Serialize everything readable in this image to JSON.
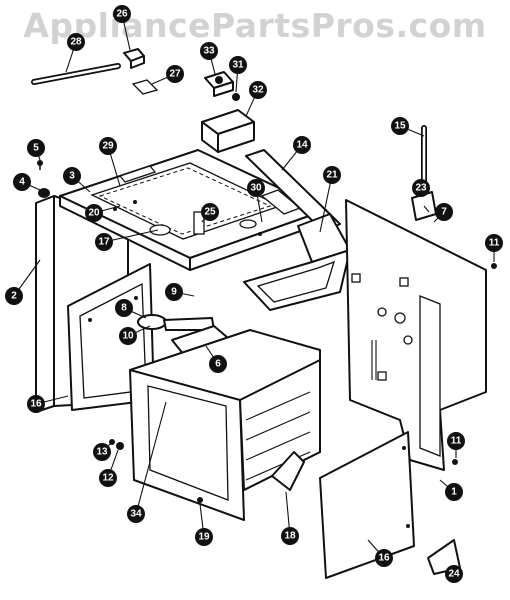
{
  "watermark": "AppliancePartsPros.com",
  "callouts": {
    "c1": "1",
    "c2": "2",
    "c3": "3",
    "c4": "4",
    "c5": "5",
    "c6": "6",
    "c7": "7",
    "c8": "8",
    "c9": "9",
    "c10": "10",
    "c11a": "11",
    "c11b": "11",
    "c13": "13",
    "c12": "12",
    "c14": "14",
    "c15": "15",
    "c16a": "16",
    "c16b": "16",
    "c17": "17",
    "c18": "18",
    "c19": "19",
    "c20": "20",
    "c21": "21",
    "c23": "23",
    "c24": "24",
    "c25": "25",
    "c26": "26",
    "c27": "27",
    "c28": "28",
    "c29": "29",
    "c30": "30",
    "c31": "31",
    "c32": "32",
    "c33": "33",
    "c34": "34"
  }
}
